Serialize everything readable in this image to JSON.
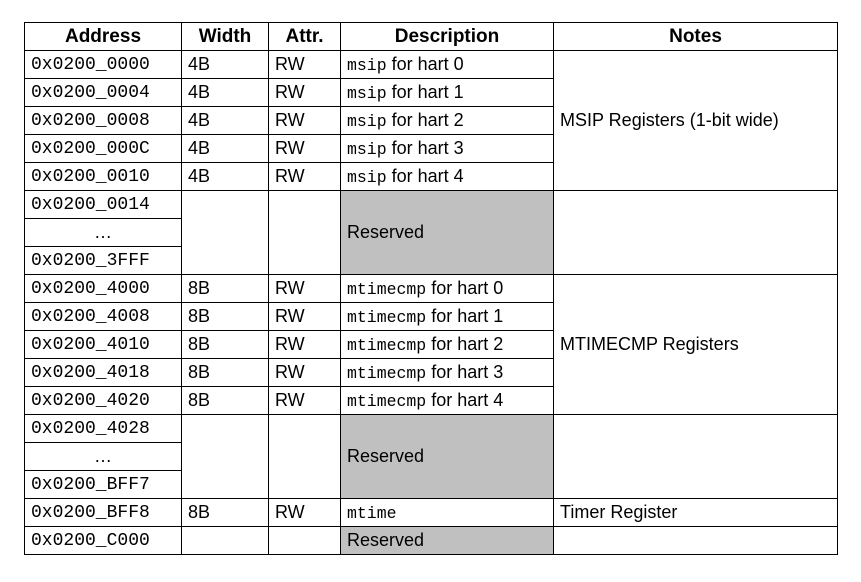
{
  "columns": [
    "Address",
    "Width",
    "Attr.",
    "Description",
    "Notes"
  ],
  "msip_rows": [
    {
      "addr": "0x0200_0000",
      "width": "4B",
      "attr": "RW",
      "reg": "msip",
      "desc": " for hart 0"
    },
    {
      "addr": "0x0200_0004",
      "width": "4B",
      "attr": "RW",
      "reg": "msip",
      "desc": " for hart 1"
    },
    {
      "addr": "0x0200_0008",
      "width": "4B",
      "attr": "RW",
      "reg": "msip",
      "desc": " for hart 2"
    },
    {
      "addr": "0x0200_000C",
      "width": "4B",
      "attr": "RW",
      "reg": "msip",
      "desc": " for hart 3"
    },
    {
      "addr": "0x0200_0010",
      "width": "4B",
      "attr": "RW",
      "reg": "msip",
      "desc": " for hart 4"
    }
  ],
  "msip_note": "MSIP Registers (1-bit wide)",
  "reserved1": {
    "start": "0x0200_0014",
    "ellipsis": "…",
    "end": "0x0200_3FFF",
    "desc": "Reserved"
  },
  "mtimecmp_rows": [
    {
      "addr": "0x0200_4000",
      "width": "8B",
      "attr": "RW",
      "reg": "mtimecmp",
      "desc": " for hart 0"
    },
    {
      "addr": "0x0200_4008",
      "width": "8B",
      "attr": "RW",
      "reg": "mtimecmp",
      "desc": " for hart 1"
    },
    {
      "addr": "0x0200_4010",
      "width": "8B",
      "attr": "RW",
      "reg": "mtimecmp",
      "desc": " for hart 2"
    },
    {
      "addr": "0x0200_4018",
      "width": "8B",
      "attr": "RW",
      "reg": "mtimecmp",
      "desc": " for hart 3"
    },
    {
      "addr": "0x0200_4020",
      "width": "8B",
      "attr": "RW",
      "reg": "mtimecmp",
      "desc": " for hart 4"
    }
  ],
  "mtimecmp_note": "MTIMECMP Registers",
  "reserved2": {
    "start": "0x0200_4028",
    "ellipsis": "…",
    "end": "0x0200_BFF7",
    "desc": "Reserved"
  },
  "mtime_row": {
    "addr": "0x0200_BFF8",
    "width": "8B",
    "attr": "RW",
    "reg": "mtime",
    "note": "Timer Register"
  },
  "reserved3": {
    "addr": "0x0200_C000",
    "desc": "Reserved"
  },
  "colors": {
    "reserved_fill": "#c0c0c0",
    "border": "#000000"
  }
}
